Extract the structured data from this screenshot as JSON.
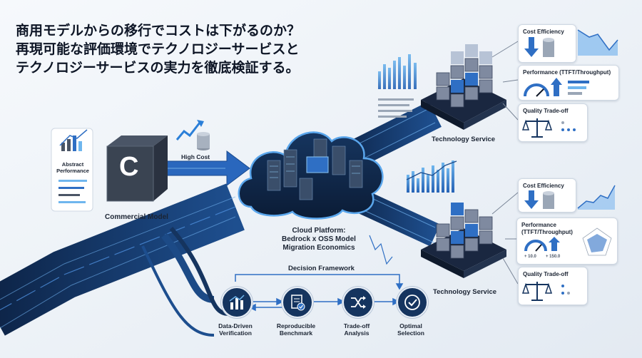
{
  "title": {
    "line1": "商用モデルからの移行でコストは下がるのか？",
    "line2": "再現可能な評価環境でテクノロジーサービスと",
    "line3": "テクノロジーサービスの実力を徹底検証する。"
  },
  "left_card": {
    "line1": "Abstract",
    "line2": "Performance"
  },
  "commercial_model": {
    "label": "Commercial Model",
    "logo_letter": "C"
  },
  "high_cost": {
    "label": "High Cost"
  },
  "cloud": {
    "line1": "Cloud Platform:",
    "line2": "Bedrock x OSS Model",
    "line3": "Migration Economics"
  },
  "service_top": {
    "label": "Technology Service"
  },
  "service_bottom": {
    "label": "Technology Service"
  },
  "cards_top": {
    "cost": "Cost Efficiency",
    "perf": "Performance (TTFT/Throughput)",
    "quality": "Quality Trade-off"
  },
  "cards_bottom": {
    "cost": "Cost Efficiency",
    "perf_line1": "Performance",
    "perf_line2": "(TTFT/Throughput)",
    "quality": "Quality Trade-off",
    "perf_mini1": "+ 10.0",
    "perf_mini2": "+ 150.0"
  },
  "framework": {
    "title": "Decision Framework",
    "steps": [
      {
        "line1": "Data-Driven",
        "line2": "Verification",
        "icon": "bar-chart-icon"
      },
      {
        "line1": "Reproducible",
        "line2": "Benchmark",
        "icon": "document-check-icon"
      },
      {
        "line1": "Trade-off",
        "line2": "Analysis",
        "icon": "shuffle-icon"
      },
      {
        "line1": "Optimal",
        "line2": "Selection",
        "icon": "check-circle-icon"
      }
    ]
  },
  "colors": {
    "navy": "#15345f",
    "blue": "#2f6fc4",
    "accent": "#3fa0e6",
    "dark": "#0e1626"
  }
}
